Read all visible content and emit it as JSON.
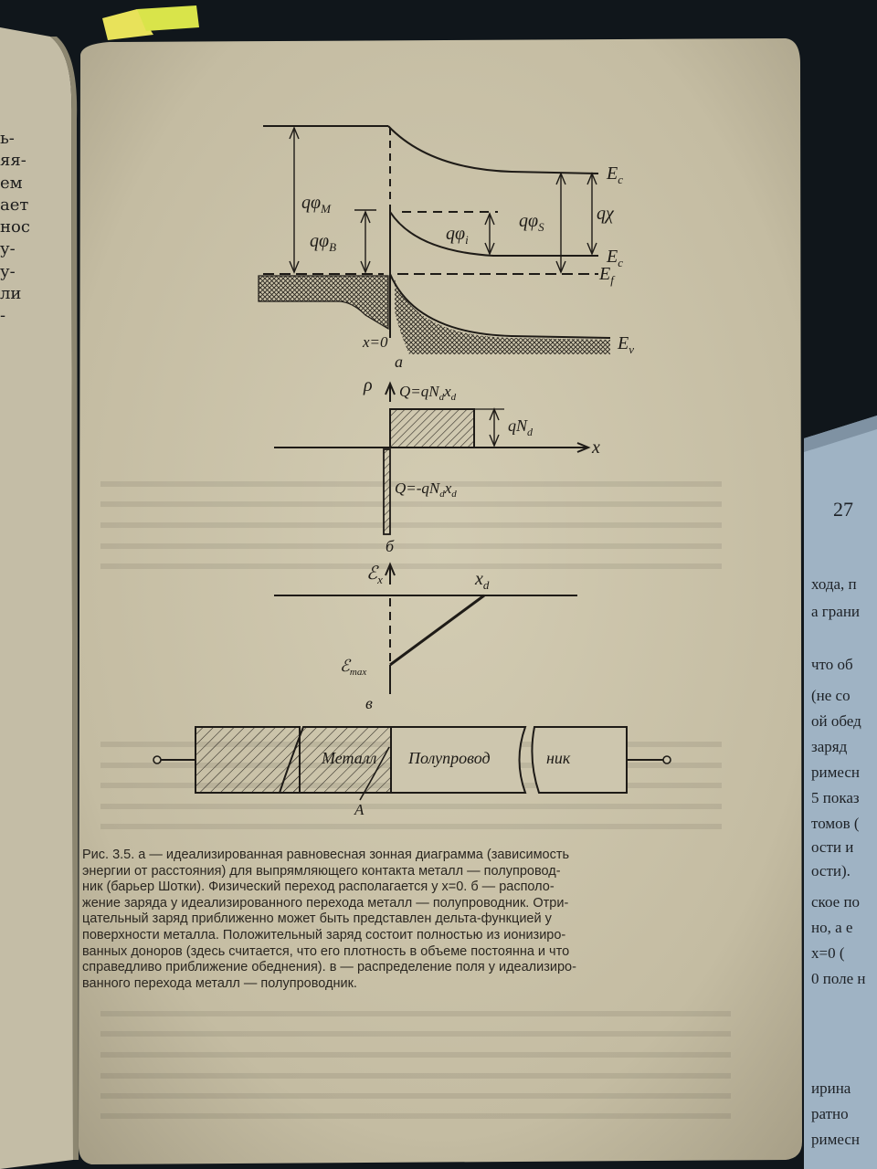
{
  "diagram_a": {
    "labels": {
      "E_c_upper": "E",
      "E_c_upper_sub": "c",
      "E_c_lower": "E",
      "E_c_lower_sub": "c",
      "E_f": "E",
      "E_f_sub": "f",
      "E_v": "E",
      "E_v_sub": "v",
      "q_phi_m": "qφ",
      "q_phi_m_sub": "M",
      "q_phi_b": "qφ",
      "q_phi_b_sub": "B",
      "q_phi_i": "qφ",
      "q_phi_i_sub": "i",
      "q_phi_s": "qφ",
      "q_phi_s_sub": "S",
      "q_chi": "qχ",
      "x_zero": "x=0",
      "panel": "а"
    }
  },
  "diagram_b": {
    "labels": {
      "rho": "ρ",
      "q_pos": "Q=qN",
      "q_pos_sub": "d",
      "q_pos_tail": "x",
      "q_pos_tail_sub": "d",
      "q_neg": "Q=-qN",
      "q_neg_sub": "d",
      "q_neg_tail": "x",
      "q_neg_tail_sub": "d",
      "qNd": "qN",
      "qNd_sub": "d",
      "x_axis": "x",
      "panel": "б"
    }
  },
  "diagram_c": {
    "labels": {
      "Ex": "ℰ",
      "Ex_sub": "x",
      "xd": "x",
      "xd_sub": "d",
      "Emax": "ℰ",
      "Emax_sub": "max",
      "panel": "в"
    }
  },
  "diagram_d": {
    "labels": {
      "metal": "Металл",
      "semiconductor_1": "Полупровод",
      "semiconductor_2": "ник",
      "point_A": "A"
    }
  },
  "caption": {
    "lines": [
      "Рис. 3.5. а — идеализированная равновесная зонная диаграмма (зависимость",
      "энергии от расстояния) для выпрямляющего контакта металл — полупровод-",
      "ник (барьер Шотки). Физический переход располагается у x=0. б — располо-",
      "жение заряда у идеализированного перехода металл — полупроводник. Отри-",
      "цательный заряд приближенно может быть представлен дельта-функцией у",
      "поверхности металла. Положительный заряд состоит полностью из ионизиро-",
      "ванных доноров (здесь считается, что его плотность в объеме постоянна и что",
      "справедливо приближение обеднения). в — распределение поля у идеализиро-",
      "ванного перехода металл — полупроводник."
    ]
  },
  "left_page_edge": [
    "ь-",
    "яя-",
    "ем",
    "ает",
    "нос",
    "у-",
    "у-",
    "ли",
    "-"
  ],
  "right_page": {
    "page_number": "27",
    "fragments": [
      "хода, п",
      "а грани",
      "что об",
      "(не со",
      "ой обед",
      "заряд",
      "римесн",
      "5 показ",
      "томов (",
      "ости и",
      "ости).",
      "ское по",
      "но, а е",
      "x=0 (",
      "0 поле н",
      "ирина",
      "ратно",
      "римесн"
    ]
  },
  "colors": {
    "paper": "#c9c2aa",
    "ink": "#1e1b17",
    "background": "#0f1418",
    "right_page": "#9fb3c4"
  }
}
